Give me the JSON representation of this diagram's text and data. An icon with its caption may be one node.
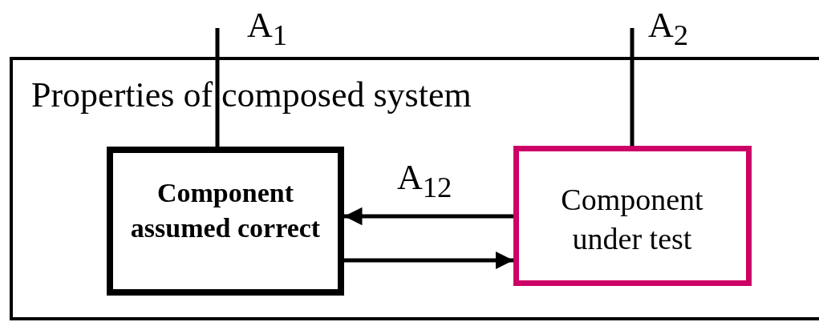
{
  "diagram": {
    "nodes": [
      {
        "text": [
          "Properties of composed system"
        ]
      },
      {
        "text": [
          "Component assumed correct"
        ],
        "in": 0
      },
      {
        "text": [
          "Component under test"
        ],
        "in": 0
      }
    ],
    "edges": [
      {
        "from": 2,
        "to": 1,
        "arrow": "to",
        "label": "A$_{12}$"
      },
      {
        "from": 1,
        "to": 2,
        "arrow": "to"
      },
      {
        "from": 1,
        "to": null,
        "arrow": "none",
        "label": "A$_{1}$"
      },
      {
        "from": 2,
        "to": null,
        "arrow": "none",
        "label": "A$_{2}$"
      }
    ]
  }
}
